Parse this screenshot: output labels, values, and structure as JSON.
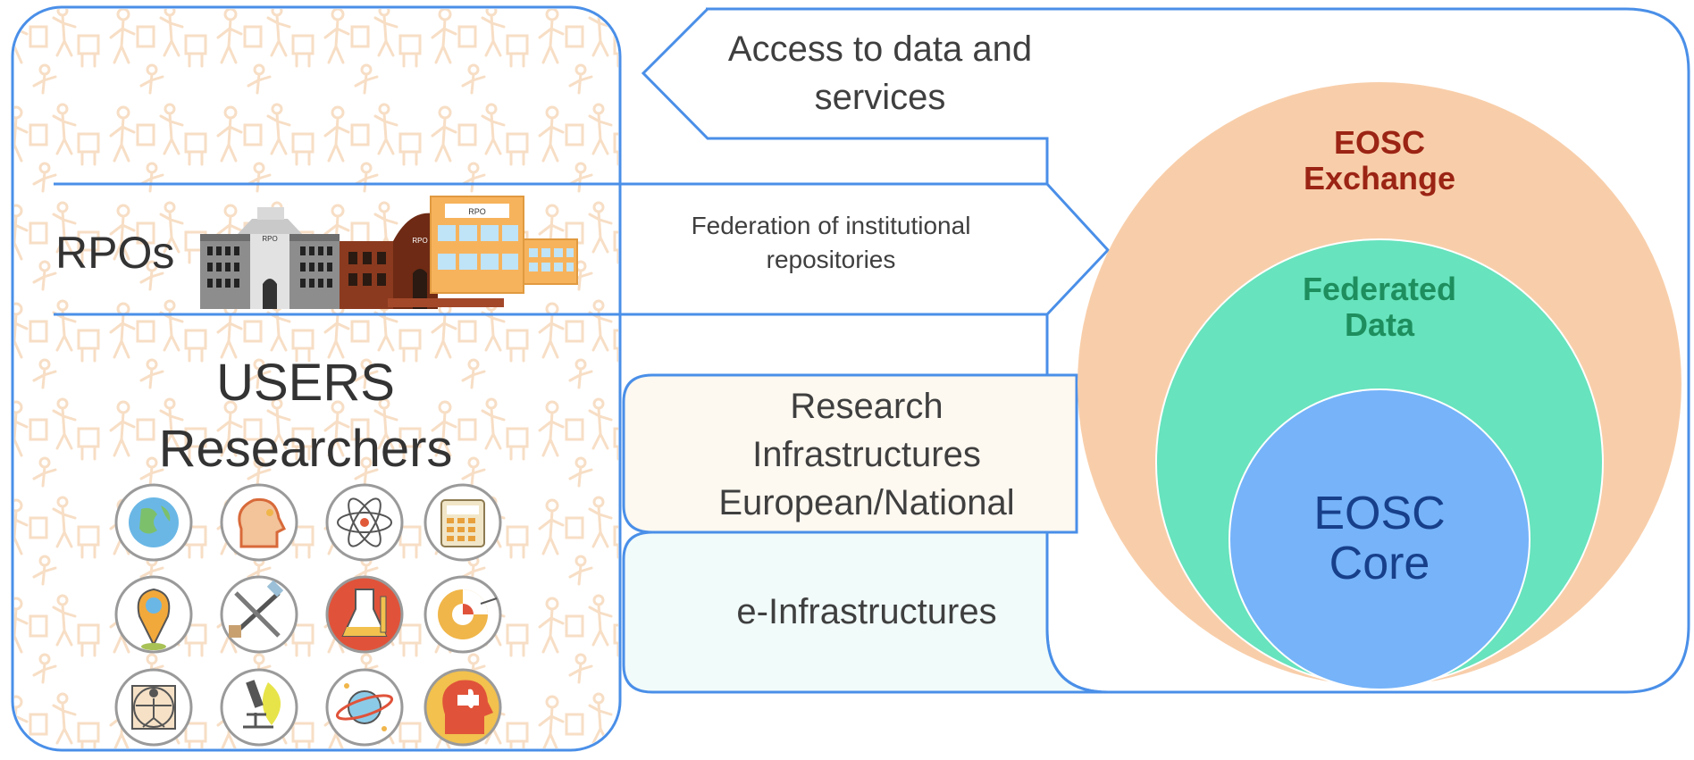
{
  "users_panel": {
    "rpos_label": "RPOs",
    "building_badges": [
      "RPO",
      "RPO",
      "RPO"
    ],
    "users_title": "USERS",
    "researchers_title": "Researchers",
    "discipline_icons": [
      "globe-icon",
      "head-profile-icon",
      "atom-icon",
      "calculator-icon",
      "map-pin-icon",
      "tools-icon",
      "lab-flask-icon",
      "pie-chart-icon",
      "vitruvian-man-icon",
      "microscope-icon",
      "planet-icon",
      "brain-puzzle-icon"
    ]
  },
  "flows": {
    "access_line1": "Access to data and",
    "access_line2": "services",
    "federation_line1": "Federation of institutional",
    "federation_line2": "repositories",
    "research_line1": "Research",
    "research_line2": "Infrastructures",
    "research_line3": "European/National",
    "einfra_label": "e-Infrastructures"
  },
  "eosc": {
    "exchange_line1": "EOSC",
    "exchange_line2": "Exchange",
    "federated_line1": "Federated",
    "federated_line2": "Data",
    "core_line1": "EOSC",
    "core_line2": "Core"
  },
  "colors": {
    "outline": "#4a8fe8",
    "exchange_fill": "#f8ceaa",
    "exchange_text": "#9b2414",
    "federated_fill": "#67e3bd",
    "federated_text": "#1e8e5e",
    "core_fill": "#76b3f9",
    "core_text": "#173f8a",
    "research_band": "#fdf8f0",
    "einfra_band": "#f1fbfa",
    "sketch": "#f6dcc2"
  }
}
